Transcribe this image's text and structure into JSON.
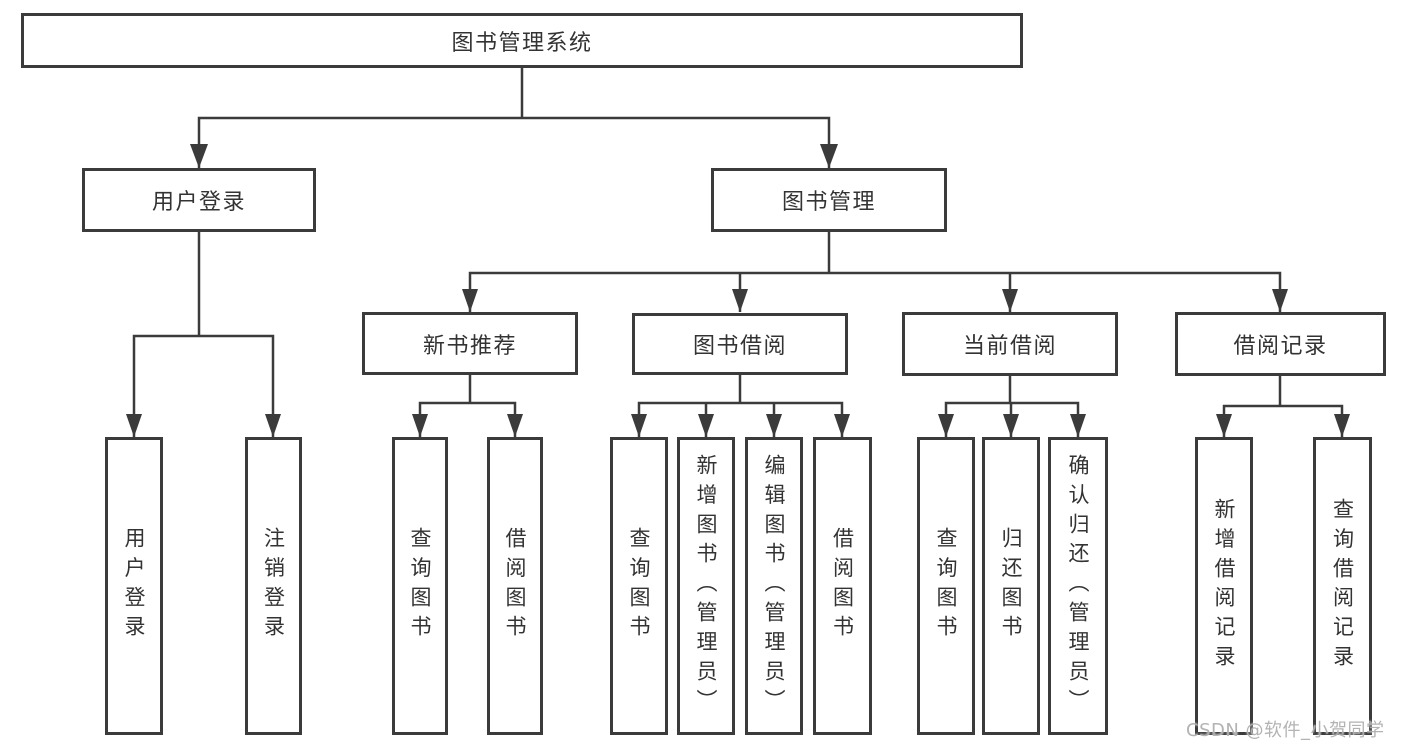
{
  "diagram_title": "图书管理系统",
  "nodes": {
    "root": {
      "label": "图书管理系统"
    },
    "user_login": {
      "label": "用户登录"
    },
    "book_mgmt": {
      "label": "图书管理"
    },
    "new_book_rec": {
      "label": "新书推荐"
    },
    "book_borrow": {
      "label": "图书借阅"
    },
    "current_borrow": {
      "label": "当前借阅"
    },
    "borrow_records": {
      "label": "借阅记录"
    },
    "leaf_user_login": {
      "label": "用户登录"
    },
    "leaf_logout": {
      "label": "注销登录"
    },
    "leaf_query_book_rec": {
      "label": "查询图书"
    },
    "leaf_borrow_book_rec": {
      "label": "借阅图书"
    },
    "leaf_query_book_borrow": {
      "label": "查询图书"
    },
    "leaf_add_book": {
      "label": "新增图书（管理员）"
    },
    "leaf_edit_book": {
      "label": "编辑图书（管理员）"
    },
    "leaf_borrow_book": {
      "label": "借阅图书"
    },
    "leaf_query_book_current": {
      "label": "查询图书"
    },
    "leaf_return_book": {
      "label": "归还图书"
    },
    "leaf_confirm_return": {
      "label": "确认归还（管理员）"
    },
    "leaf_add_borrow_record": {
      "label": "新增借阅记录"
    },
    "leaf_query_borrow_record": {
      "label": "查询借阅记录"
    }
  },
  "edges": [
    [
      "root",
      "user_login"
    ],
    [
      "root",
      "book_mgmt"
    ],
    [
      "user_login",
      "leaf_user_login"
    ],
    [
      "user_login",
      "leaf_logout"
    ],
    [
      "book_mgmt",
      "new_book_rec"
    ],
    [
      "book_mgmt",
      "book_borrow"
    ],
    [
      "book_mgmt",
      "current_borrow"
    ],
    [
      "book_mgmt",
      "borrow_records"
    ],
    [
      "new_book_rec",
      "leaf_query_book_rec"
    ],
    [
      "new_book_rec",
      "leaf_borrow_book_rec"
    ],
    [
      "book_borrow",
      "leaf_query_book_borrow"
    ],
    [
      "book_borrow",
      "leaf_add_book"
    ],
    [
      "book_borrow",
      "leaf_edit_book"
    ],
    [
      "book_borrow",
      "leaf_borrow_book"
    ],
    [
      "current_borrow",
      "leaf_query_book_current"
    ],
    [
      "current_borrow",
      "leaf_return_book"
    ],
    [
      "current_borrow",
      "leaf_confirm_return"
    ],
    [
      "borrow_records",
      "leaf_add_borrow_record"
    ],
    [
      "borrow_records",
      "leaf_query_borrow_record"
    ]
  ],
  "watermark": {
    "text": "CSDN @软件_小贺同学"
  },
  "colors": {
    "line": "#3b3b3b",
    "box_border": "#3b3b3b",
    "text": "#333333",
    "watermark": "#acacac",
    "background": "#ffffff"
  }
}
